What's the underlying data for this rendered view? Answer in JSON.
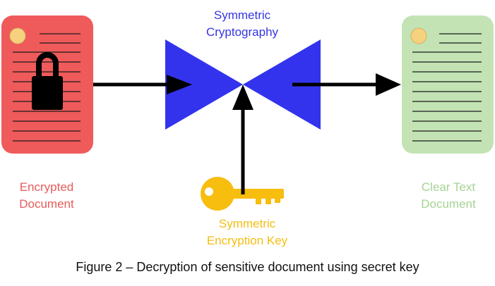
{
  "nodes": {
    "encrypted_document": {
      "label_line1": "Encrypted",
      "label_line2": "Document"
    },
    "clear_document": {
      "label_line1": "Clear Text",
      "label_line2": "Document"
    },
    "cryptography": {
      "label_line1": "Symmetric",
      "label_line2": "Cryptography"
    },
    "key": {
      "label_line1": "Symmetric",
      "label_line2": "Encryption Key"
    }
  },
  "caption": "Figure 2 – Decryption of sensitive document using secret key",
  "colors": {
    "encrypted": "#ef5a5a",
    "clear": "#c3e3b4",
    "cryptography": "#3333ee",
    "key": "#f7bd0f",
    "arrow": "#000000"
  },
  "icons": [
    "padlock-icon",
    "key-icon",
    "document-icon",
    "bowtie-cipher-icon"
  ]
}
